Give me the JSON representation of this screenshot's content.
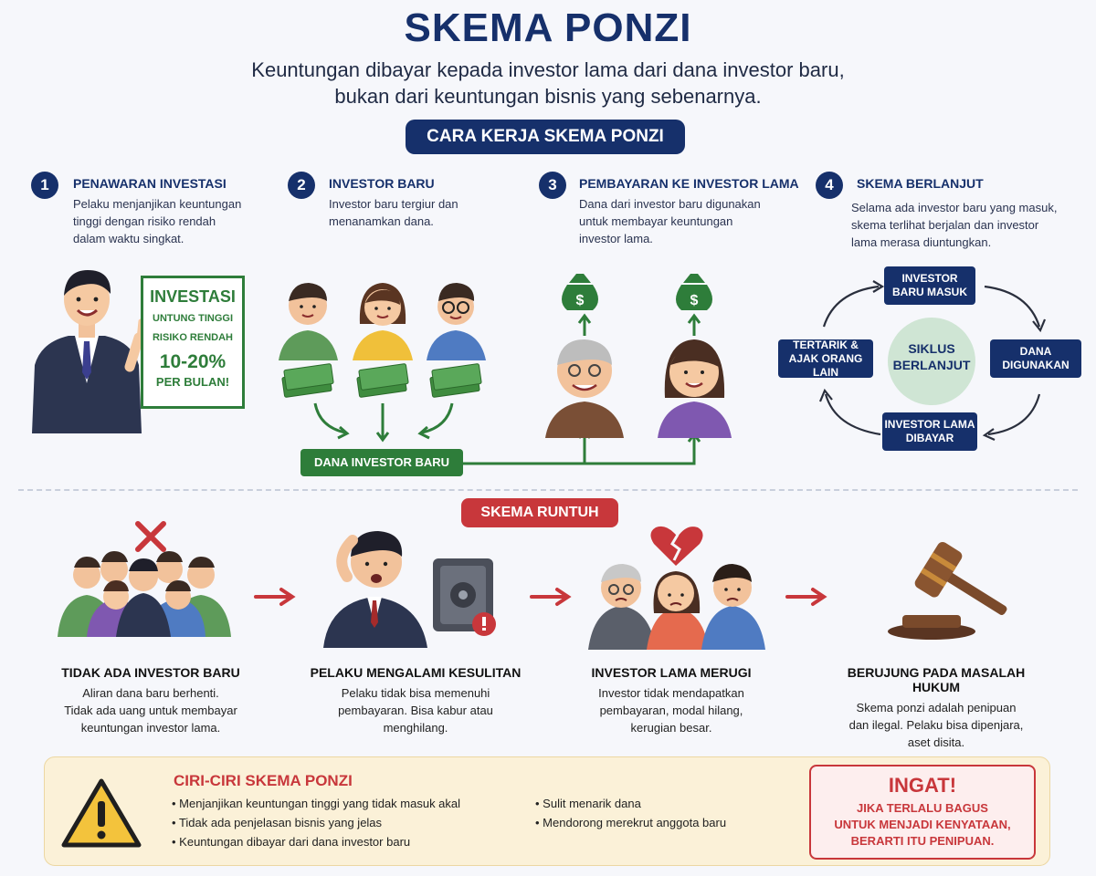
{
  "header": {
    "title": "SKEMA PONZI",
    "subtitle_line1": "Keuntungan dibayar kepada investor lama dari dana investor baru,",
    "subtitle_line2": "bukan dari keuntungan bisnis yang sebenarnya."
  },
  "section_label": "CARA KERJA SKEMA PONZI",
  "steps": [
    {
      "num": "1",
      "title": "PENAWARAN INVESTASI",
      "desc": [
        "Pelaku menjanjikan keuntungan",
        "tinggi dengan risiko rendah",
        "dalam waktu singkat."
      ]
    },
    {
      "num": "2",
      "title": "INVESTOR BARU",
      "desc": [
        "Investor baru tergiur dan",
        "menanamkan dana."
      ]
    },
    {
      "num": "3",
      "title": "PEMBAYARAN KE INVESTOR LAMA",
      "desc": [
        "Dana dari investor baru digunakan",
        "untuk membayar keuntungan",
        "investor lama."
      ]
    },
    {
      "num": "4",
      "title": "SKEMA BERLANJUT",
      "desc": [
        "Selama ada investor baru yang masuk,",
        "skema terlihat berjalan dan investor",
        "lama merasa diuntungkan."
      ]
    }
  ],
  "offer_board": {
    "title": "INVESTASI",
    "line1": "UNTUNG TINGGI",
    "line2": "RISIKO RENDAH",
    "rate": "10-20%",
    "period": "PER BULAN!"
  },
  "money_bag_symbol": "$",
  "dana_label": "DANA INVESTOR BARU",
  "cycle": {
    "center_line1": "SIKLUS",
    "center_line2": "BERLANJUT",
    "top_line1": "INVESTOR",
    "top_line2": "BARU MASUK",
    "right_line1": "DANA",
    "right_line2": "DIGUNAKAN",
    "bottom_line1": "INVESTOR LAMA",
    "bottom_line2": "DIBAYAR",
    "left_line1": "TERTARIK &",
    "left_line2": "AJAK ORANG LAIN"
  },
  "collapse_label": "SKEMA RUNTUH",
  "collapse": [
    {
      "title": "TIDAK ADA INVESTOR BARU",
      "desc": [
        "Aliran dana baru berhenti.",
        "Tidak ada uang untuk membayar",
        "keuntungan investor lama."
      ]
    },
    {
      "title": "PELAKU MENGALAMI KESULITAN",
      "desc": [
        "Pelaku tidak bisa memenuhi",
        "pembayaran. Bisa kabur atau",
        "menghilang."
      ]
    },
    {
      "title": "INVESTOR LAMA MERUGI",
      "desc": [
        "Investor tidak mendapatkan",
        "pembayaran, modal hilang,",
        "kerugian besar."
      ]
    },
    {
      "title": "BERUJUNG PADA MASALAH HUKUM",
      "desc": [
        "Skema ponzi adalah penipuan",
        "dan ilegal. Pelaku bisa dipenjara,",
        "aset disita."
      ]
    }
  ],
  "ciri": {
    "title": "CIRI-CIRI SKEMA PONZI",
    "col1": [
      "Menjanjikan keuntungan tinggi yang tidak masuk akal",
      "Tidak ada penjelasan bisnis yang jelas",
      "Keuntungan dibayar dari dana investor baru"
    ],
    "col2": [
      "Sulit menarik dana",
      "Mendorong merekrut anggota baru"
    ]
  },
  "ingat": {
    "title": "INGAT!",
    "line1": "JIKA TERLALU BAGUS",
    "line2": "UNTUK MENJADI KENYATAAN,",
    "line3": "BERARTI ITU PENIPUAN."
  },
  "colors": {
    "navy": "#16306b",
    "green": "#2e7d3a",
    "red": "#c8373b",
    "panel": "#fbf1d8"
  }
}
